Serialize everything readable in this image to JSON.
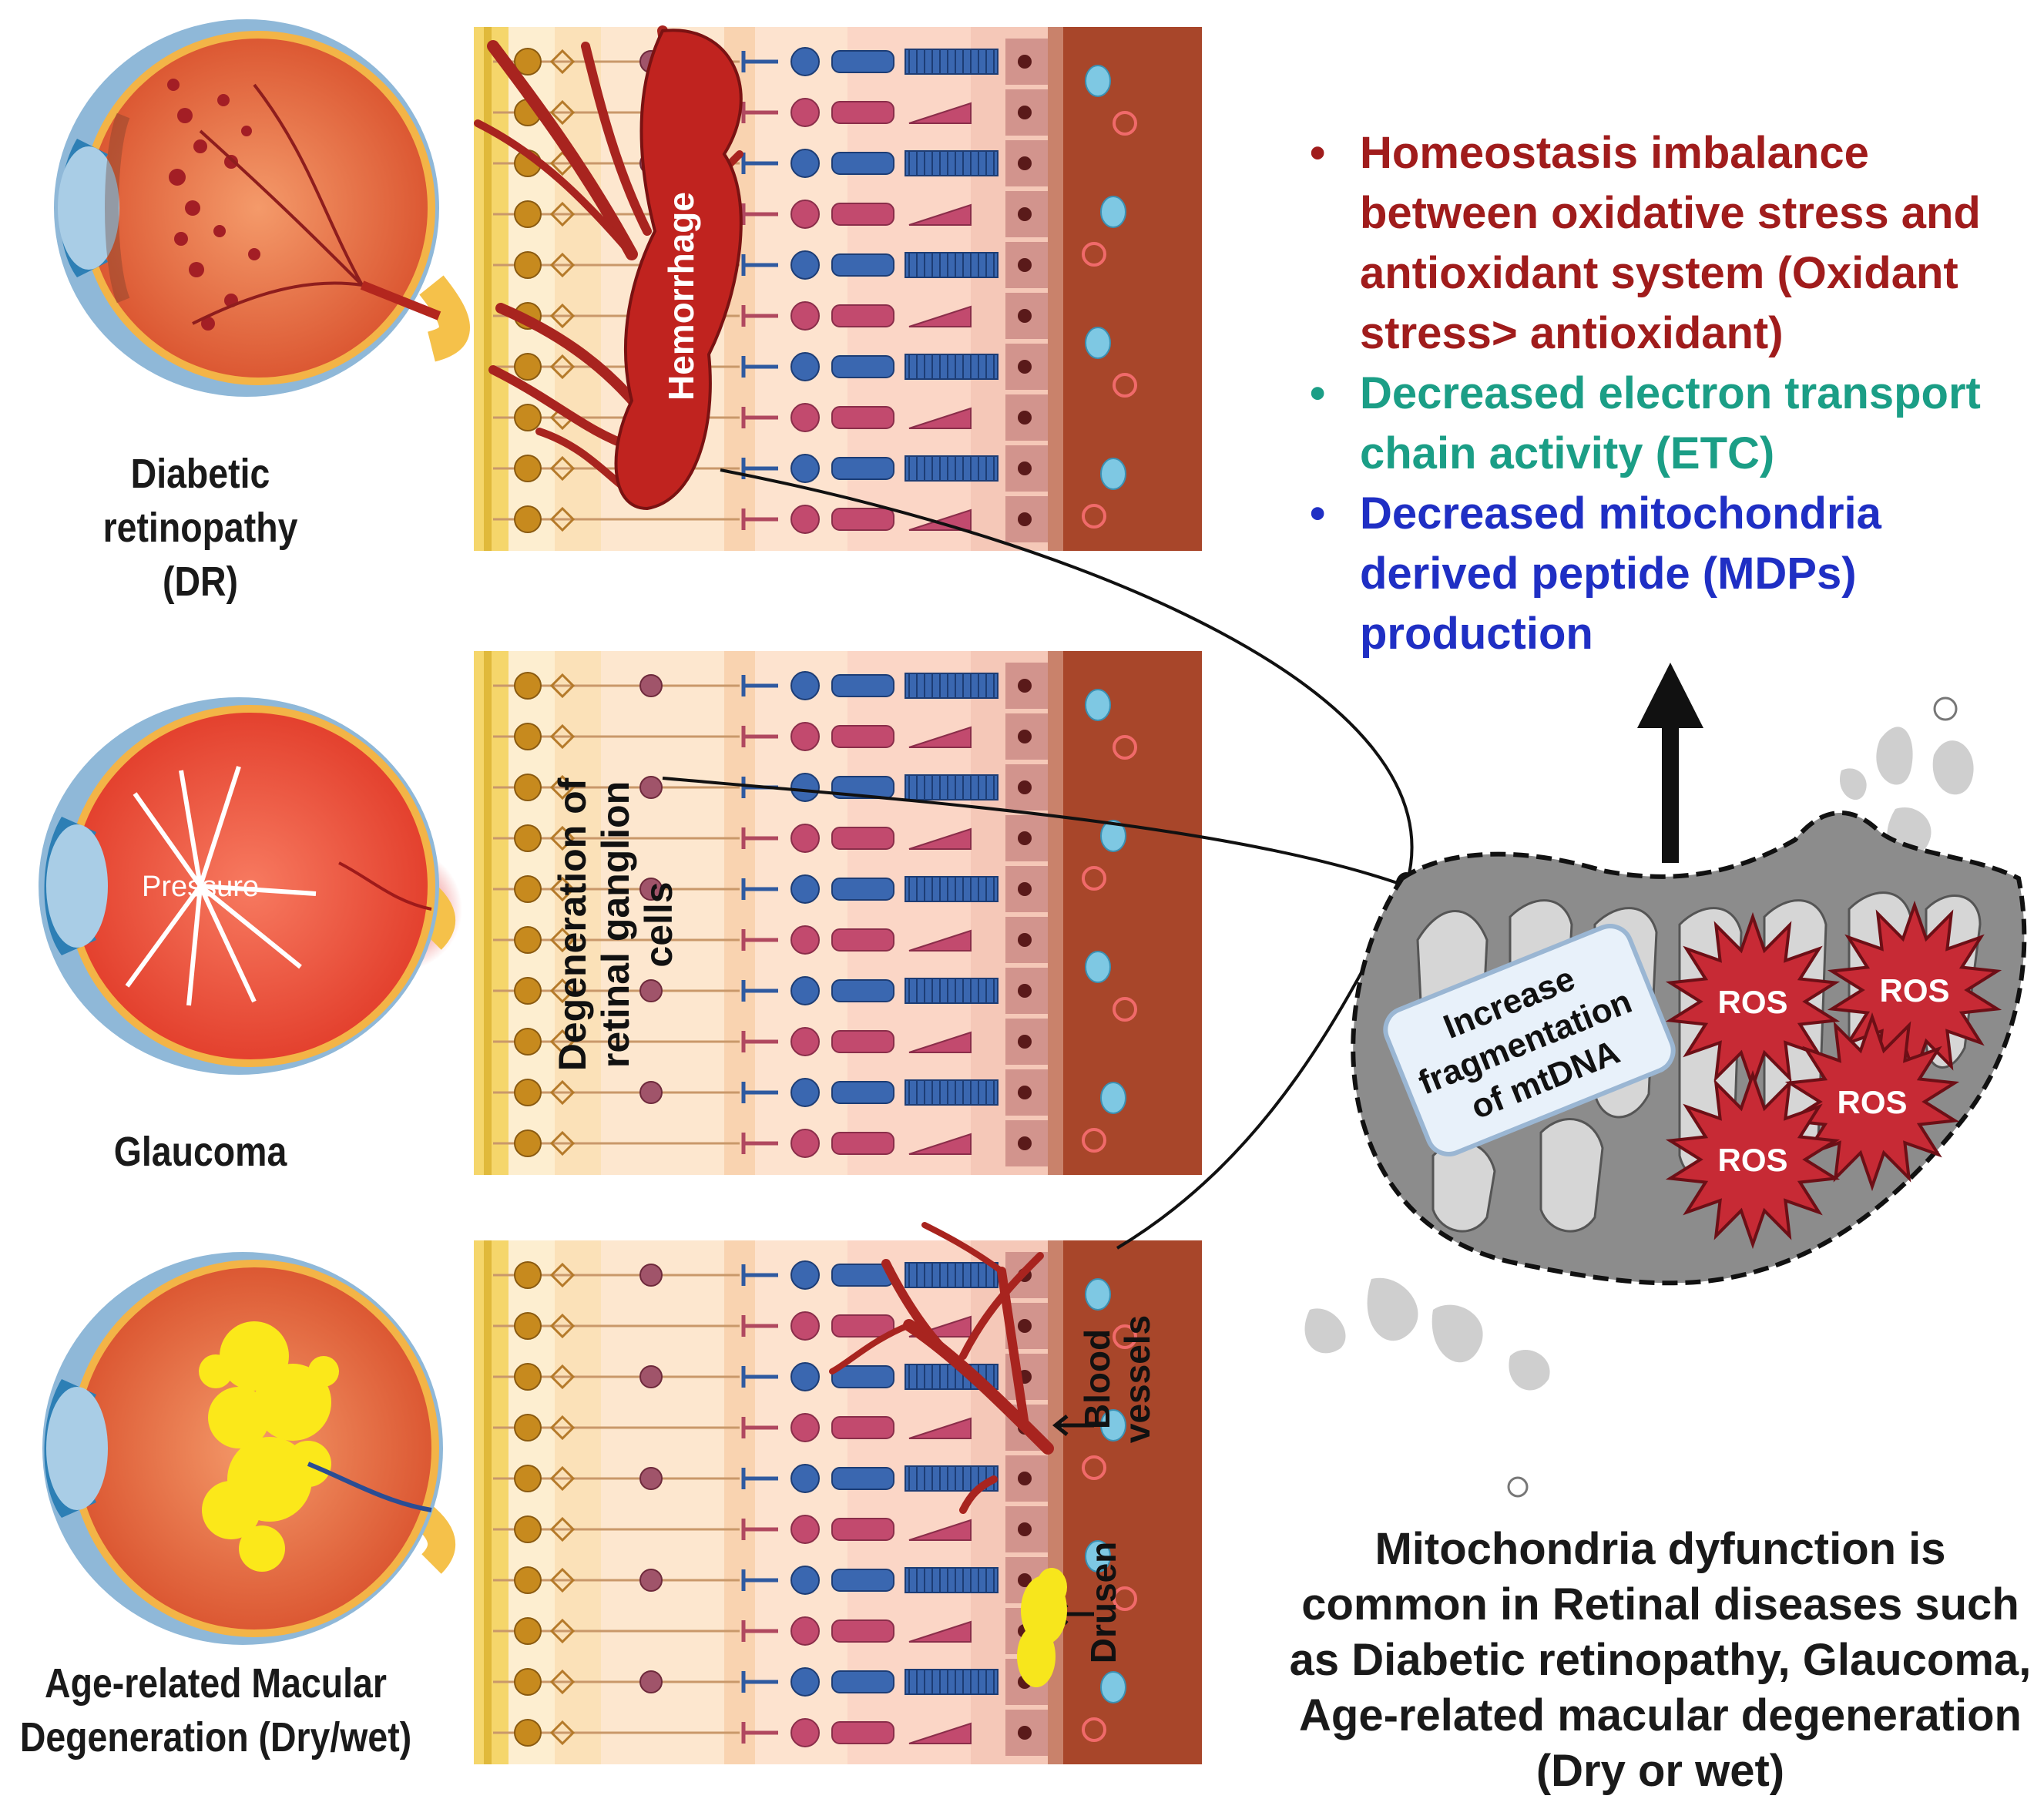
{
  "eye_labels": {
    "dr": [
      "Diabetic",
      "retinopathy (DR)"
    ],
    "glaucoma": "Glaucoma",
    "amd": [
      "Age-related Macular",
      "Degeneration (Dry/wet)"
    ]
  },
  "panel_labels": {
    "hemorrhage": "Hemorrhage",
    "degeneration": [
      "Degeneration of",
      "retinal ganglion",
      "cells"
    ],
    "blood_vessels": [
      "Blood",
      "vessels"
    ],
    "drusen": "Drusen",
    "pressure": "Pressure"
  },
  "bullets": [
    {
      "text": "Homeostasis imbalance between oxidative stress and antioxidant system (Oxidant stress> antioxidant)",
      "color": "#a01c1c"
    },
    {
      "text": "Decreased electron transport chain activity (ETC)",
      "color": "#1b9e86"
    },
    {
      "text": "Decreased mitochondria derived peptide (MDPs) production",
      "color": "#1f2fc4"
    }
  ],
  "mito": {
    "box_label": [
      "Increase",
      "fragmentation",
      "of mtDNA"
    ],
    "ros_label": "ROS"
  },
  "bottom_text": "Mitochondria dyfunction is common in Retinal diseases such as Diabetic retinopathy, Glaucoma, Age-related macular degeneration (Dry or wet)",
  "colors": {
    "vessel_red": "#b3261e",
    "rod_blue": "#3a67b0",
    "cone_pink": "#c24a6e",
    "choroid": "#a8462a",
    "ros_red": "#c72a35",
    "mito_gray": "#8a8a8a"
  }
}
